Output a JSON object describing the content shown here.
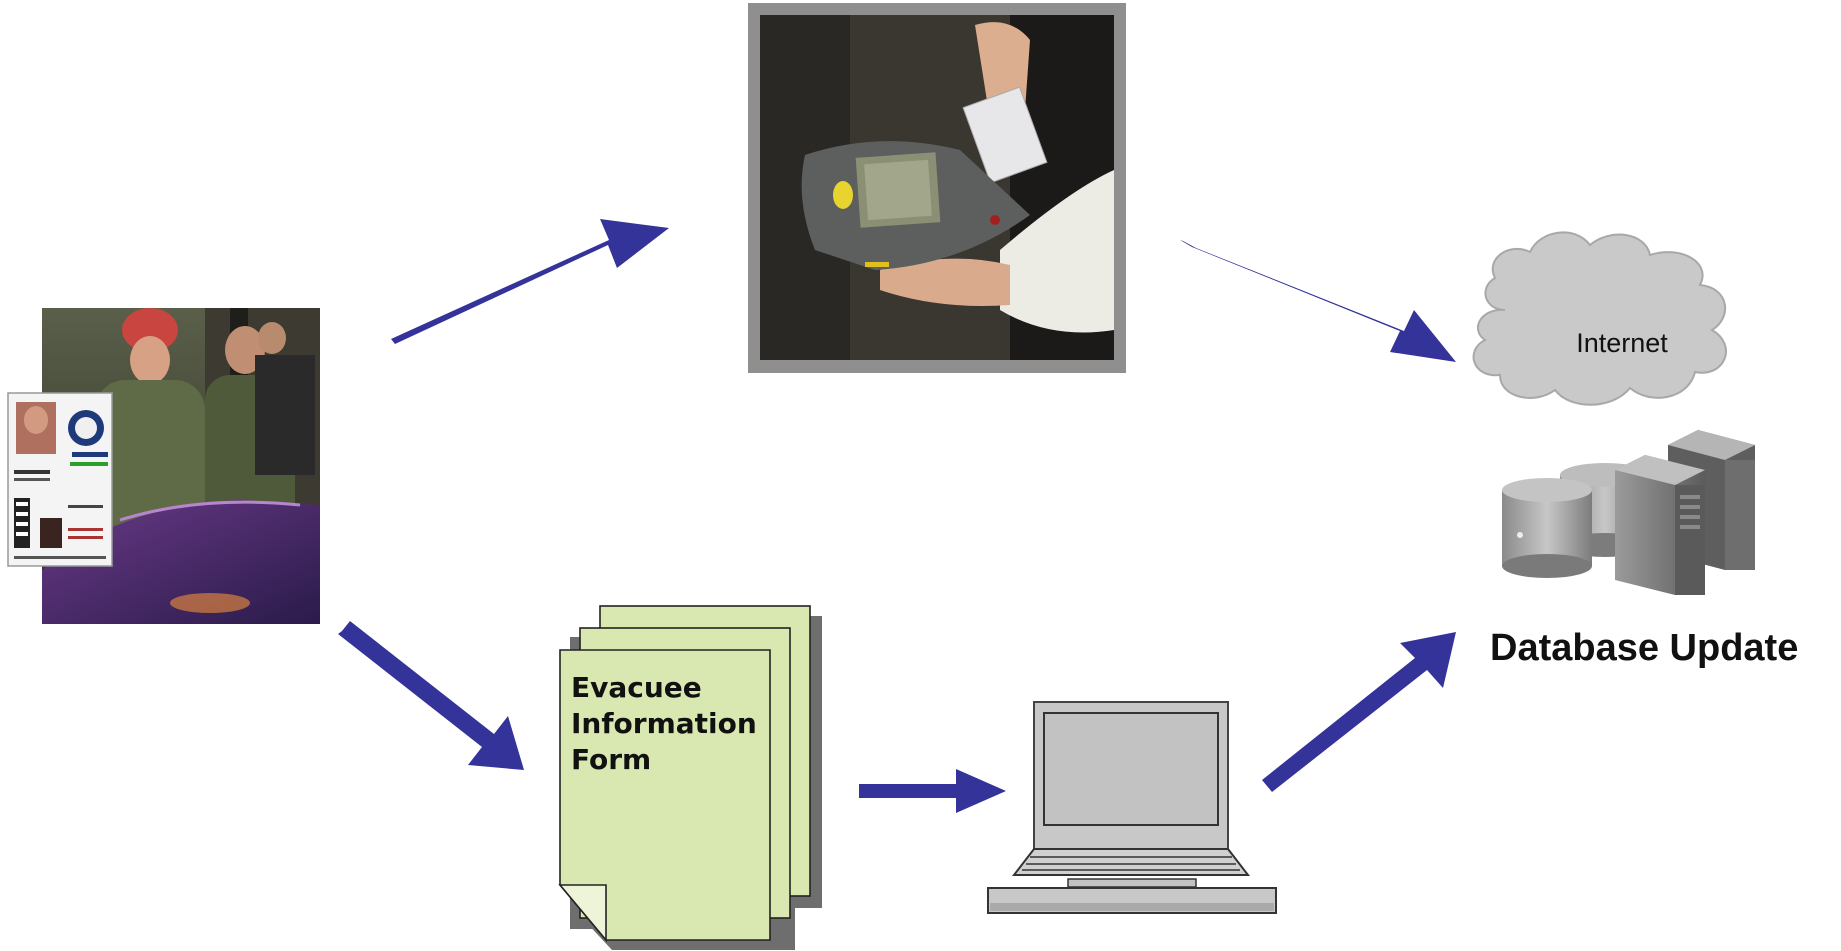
{
  "diagram": {
    "cloud_label": "Internet",
    "database_label": "Database Update",
    "form_title_lines": [
      "Evacuee",
      "Information",
      "Form"
    ]
  },
  "colors": {
    "arrow": "#333399",
    "form_fill": "#d9e8b0",
    "cloud_fill": "#c9c9c9",
    "server_fill": "#7a7a7a",
    "laptop_fill": "#c8c8c8"
  }
}
